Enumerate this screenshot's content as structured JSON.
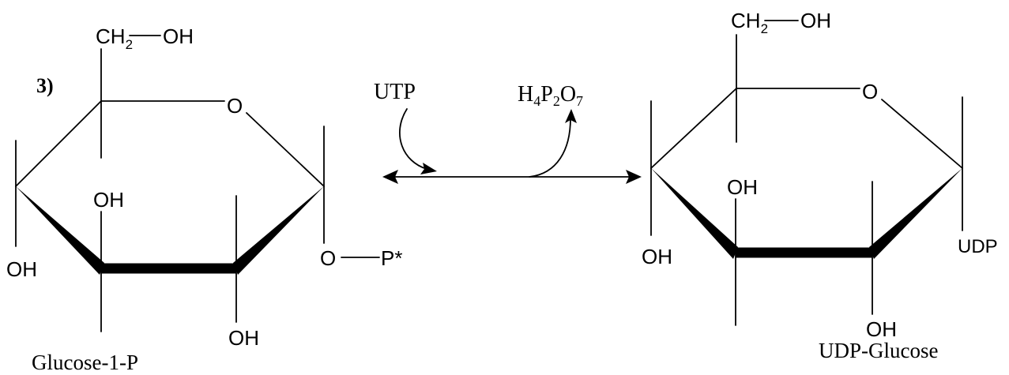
{
  "step_label": "3)",
  "glucose1p": {
    "ch2": "CH",
    "ch2_sub": "2",
    "ch2_oh": "OH",
    "ring_o": "O",
    "oh_left": "OH",
    "oh_c3": "OH",
    "oh_c2": "OH",
    "o_anomeric": "O",
    "phosphate": "P*",
    "name": "Glucose-1-P"
  },
  "reaction": {
    "reagent_in": "UTP",
    "product_out_parts": [
      "H",
      "4",
      "P",
      "2",
      "O",
      "7"
    ]
  },
  "udpglucose": {
    "ch2": "CH",
    "ch2_sub": "2",
    "ch2_oh": "OH",
    "ring_o": "O",
    "oh_left": "OH",
    "oh_c3": "OH",
    "oh_c2": "OH",
    "udp": "UDP",
    "name": "UDP-Glucose"
  }
}
